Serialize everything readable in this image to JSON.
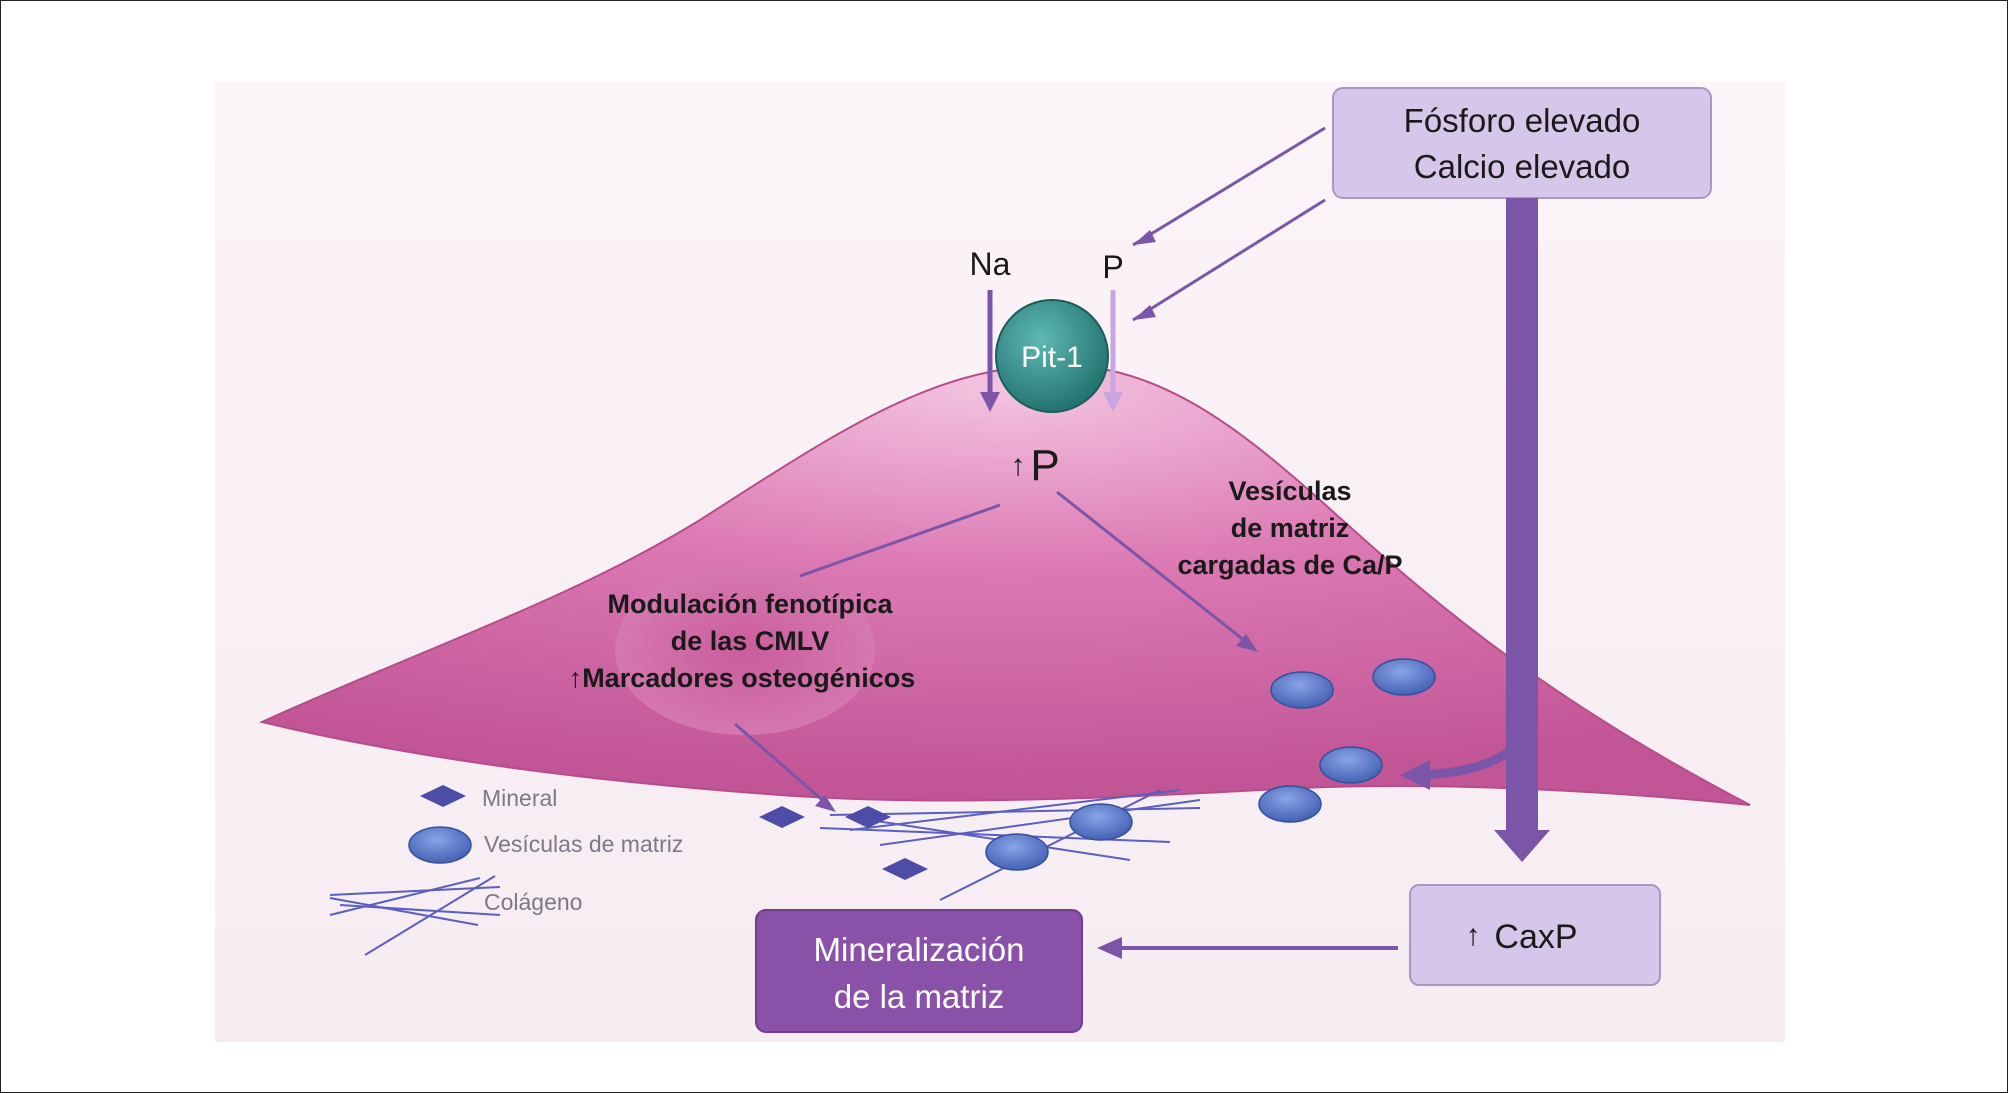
{
  "colors": {
    "cell": "#d66aa8",
    "cell_highlight": "#f8d7eb",
    "cell_edge": "#b74c8b",
    "arrow_purple": "#7b55a8",
    "arrow_light": "#c9a6e2",
    "box_light": "#d6c7ea",
    "box_light_border": "#a896c6",
    "box_dark": "#8a51a8",
    "pit1": "#2c8a86",
    "vesicle": "#5573c4",
    "mineral": "#4d4ca6"
  },
  "boxes": {
    "source_line1": "Fósforo elevado",
    "source_line2": "Calcio elevado",
    "caxp_arrow": "↑",
    "caxp": "CaxP",
    "mineralization_line1": "Mineralización",
    "mineralization_line2": "de la matriz"
  },
  "cell": {
    "na": "Na",
    "p_in": "P",
    "pit1": "Pit-1",
    "p_up_arrow": "↑",
    "p_up": "P",
    "vesicles_line1": "Vesículas",
    "vesicles_line2": "de matriz",
    "vesicles_line3": "cargadas de Ca/P",
    "modulation_line1": "Modulación fenotípica",
    "modulation_line2": "de las CMLV",
    "modulation_line3": "↑Marcadores osteogénicos"
  },
  "legend": {
    "mineral": "Mineral",
    "vesicles": "Vesículas de matriz",
    "collagen": "Colágeno"
  }
}
